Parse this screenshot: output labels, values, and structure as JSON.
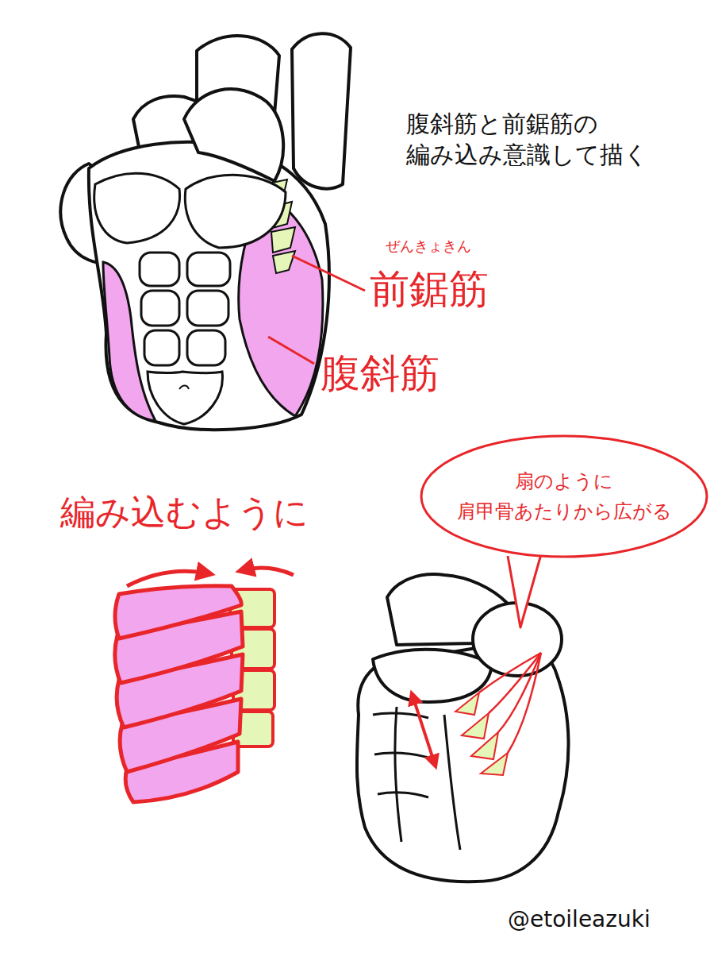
{
  "diagram": {
    "title": "腹斜筋と前鋸筋の 編み込み意識して描く",
    "nodes": [
      {
        "text": [
          "扇のように 肩甲骨あたりから広がる"
        ]
      }
    ],
    "labels": [
      "ぜんきょきん",
      "前鋸筋",
      "腹斜筋",
      "編み込むように",
      "@etoileazuki"
    ]
  }
}
